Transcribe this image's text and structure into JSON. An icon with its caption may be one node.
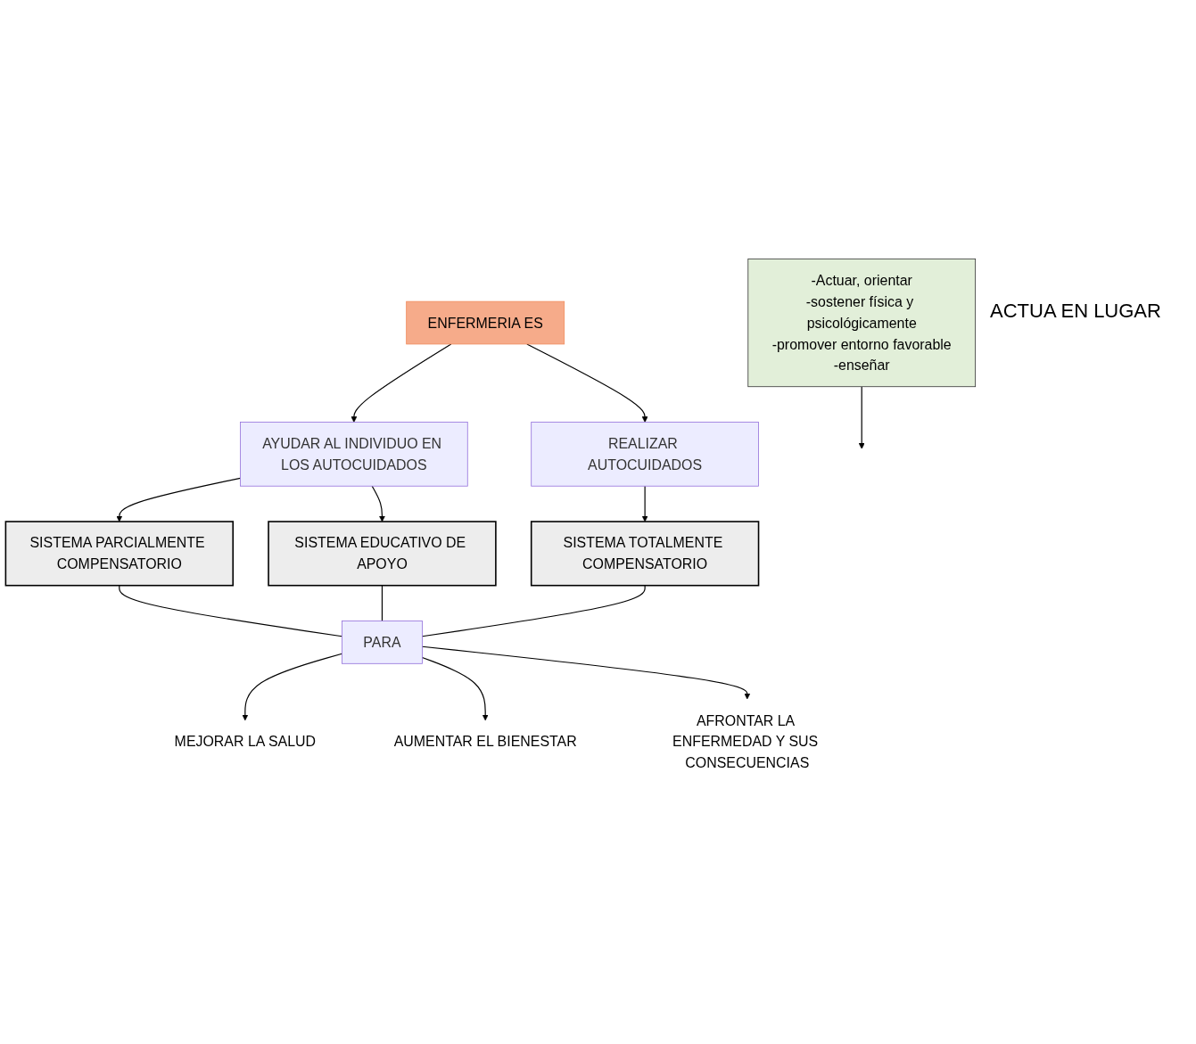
{
  "diagram": {
    "nodes": [
      {
        "text": [
          "ENFERMERIA ES"
        ]
      },
      {
        "text": [
          "-Actuar, orientar",
          "-sostener física y psicológicamente",
          "-promover entorno favorable",
          "-enseñar"
        ]
      },
      {
        "text": [
          "AYUDAR AL INDIVIDUO EN LOS AUTOCUIDADOS"
        ]
      },
      {
        "text": [
          "REALIZAR AUTOCUIDADOS"
        ]
      },
      {
        "text": [
          "SISTEMA PARCIALMENTE COMPENSATORIO"
        ]
      },
      {
        "text": [
          "SISTEMA EDUCATIVO DE APOYO"
        ]
      },
      {
        "text": [
          "SISTEMA TOTALMENTE COMPENSATORIO"
        ]
      },
      {
        "text": [
          "PARA"
        ]
      },
      {
        "text": [
          "MEJORAR LA SALUD"
        ]
      },
      {
        "text": [
          "AUMENTAR EL BIENESTAR"
        ]
      },
      {
        "text": [
          "AFRONTAR LA ENFERMEDAD Y SUS CONSECUENCIAS"
        ]
      }
    ],
    "edges": [
      {
        "from": 0,
        "to": 2,
        "arrow": "to"
      },
      {
        "from": 0,
        "to": 3,
        "arrow": "to"
      },
      {
        "from": 1,
        "to": null,
        "arrow": "to"
      },
      {
        "from": 2,
        "to": 4,
        "arrow": "to"
      },
      {
        "from": 2,
        "to": 5,
        "arrow": "to"
      },
      {
        "from": 3,
        "to": 6,
        "arrow": "to"
      },
      {
        "from": 4,
        "to": 7,
        "arrow": "none"
      },
      {
        "from": 5,
        "to": 7,
        "arrow": "none"
      },
      {
        "from": 6,
        "to": 7,
        "arrow": "none"
      },
      {
        "from": 7,
        "to": 8,
        "arrow": "to"
      },
      {
        "from": 7,
        "to": 9,
        "arrow": "to"
      },
      {
        "from": 7,
        "to": 10,
        "arrow": "to"
      }
    ],
    "labels": [
      "ACTUA EN LUGAR"
    ]
  }
}
